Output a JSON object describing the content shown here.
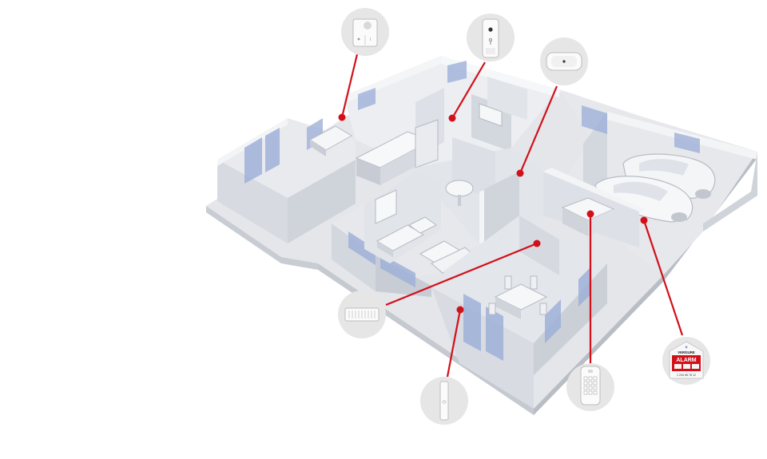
{
  "devices": [
    {
      "id": "smart-switch",
      "icon": "wall-switch-icon"
    },
    {
      "id": "motion-sensor",
      "icon": "motion-sensor-icon"
    },
    {
      "id": "indoor-camera",
      "icon": "camera-icon"
    },
    {
      "id": "heater",
      "icon": "radiator-icon"
    },
    {
      "id": "door-sensor",
      "icon": "door-contact-icon"
    },
    {
      "id": "keypad",
      "icon": "keypad-icon"
    },
    {
      "id": "alarm-sign",
      "icon": "alarm-sign-icon"
    }
  ],
  "sign": {
    "brand": "VERISURE",
    "word": "ALARM",
    "phone": "1 234 56 78 12"
  },
  "colors": {
    "accent": "#d2101a",
    "floor": "#dfe2e7",
    "wall": "#eceef2",
    "wall_shade": "#c9cdd5",
    "glass": "#9fb0d8",
    "bubble": "#e6e6e6"
  }
}
